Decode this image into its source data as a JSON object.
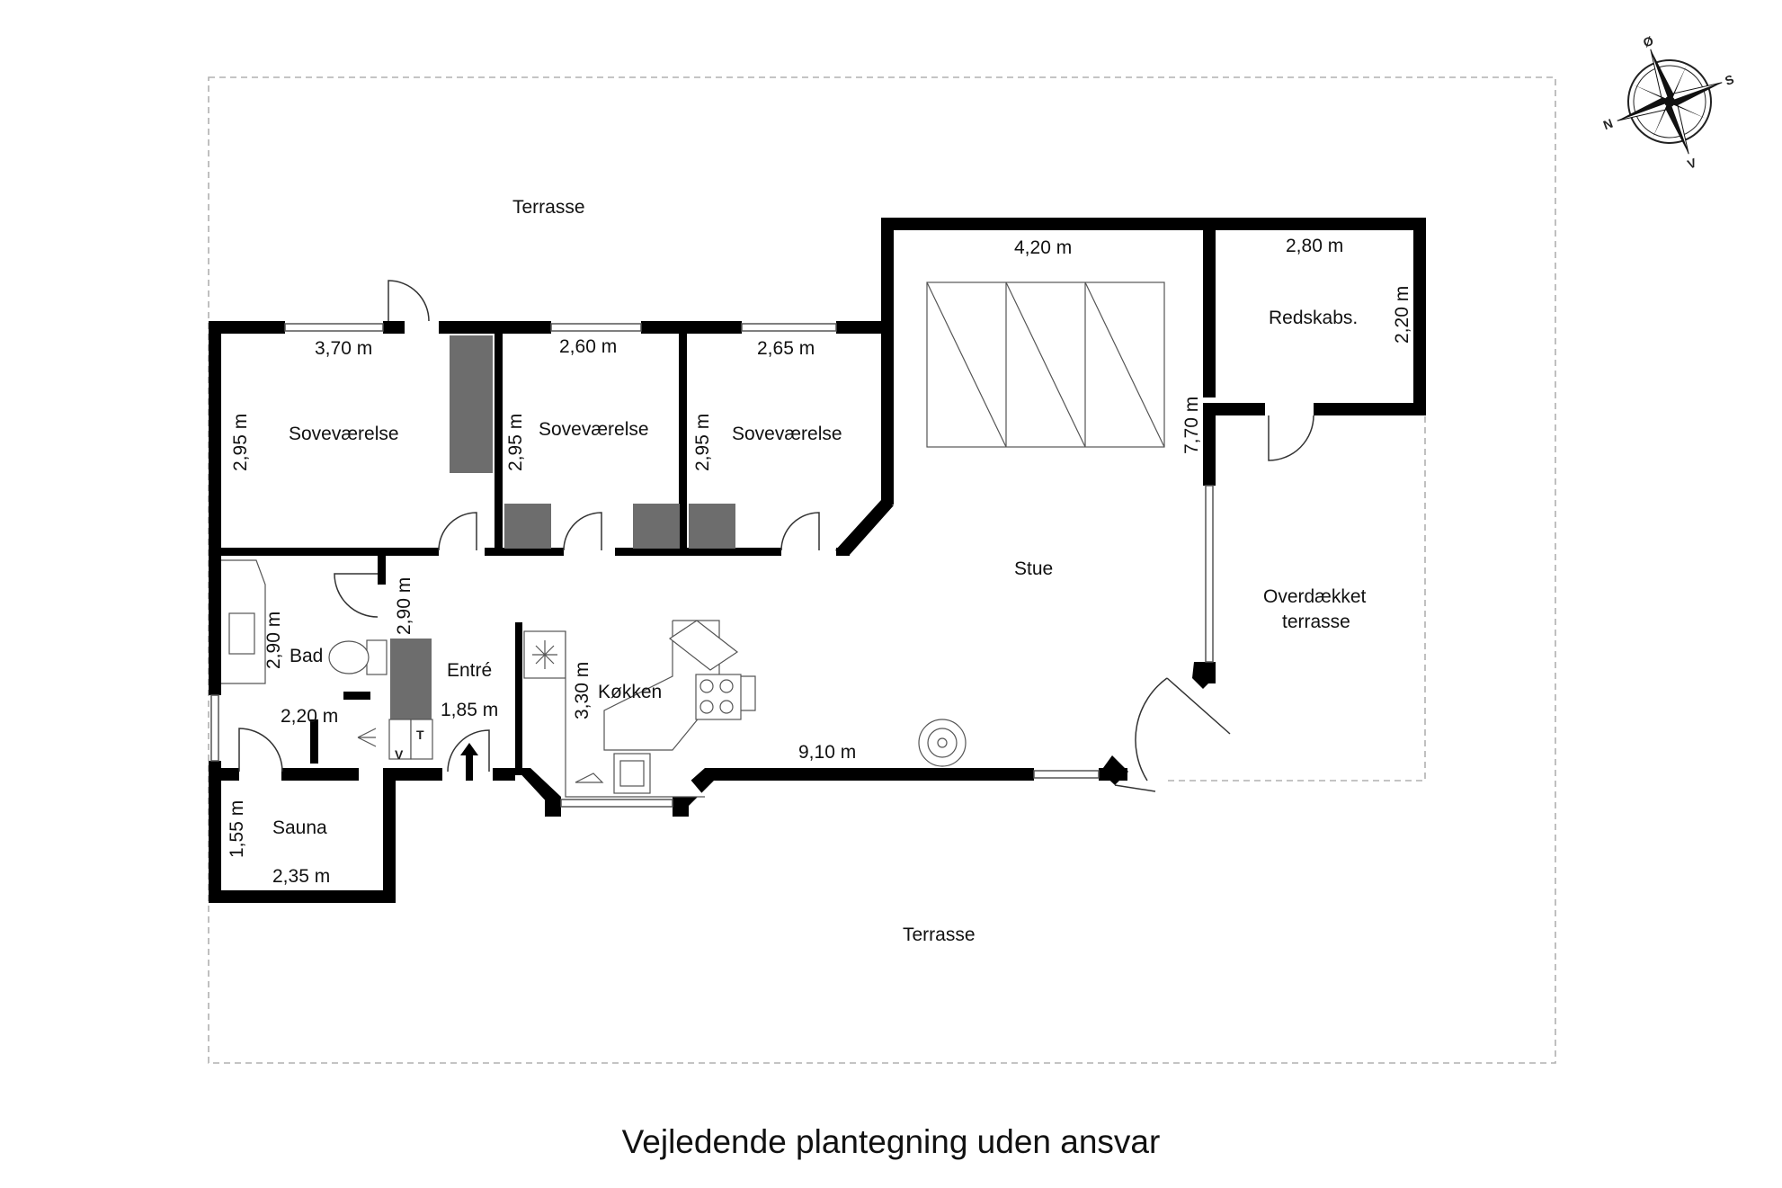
{
  "caption": "Vejledende plantegning uden ansvar",
  "compass": {
    "north": "N",
    "east": "Ø",
    "south": "S",
    "west": "V"
  },
  "rooms": [
    {
      "id": "terrasse-top",
      "label": "Terrasse"
    },
    {
      "id": "terrasse-bottom",
      "label": "Terrasse"
    },
    {
      "id": "sovevaerelse-1",
      "label": "Soveværelse"
    },
    {
      "id": "sovevaerelse-2",
      "label": "Soveværelse"
    },
    {
      "id": "sovevaerelse-3",
      "label": "Soveværelse"
    },
    {
      "id": "redskabs",
      "label": "Redskabs."
    },
    {
      "id": "stue",
      "label": "Stue"
    },
    {
      "id": "overdaekket",
      "label": [
        "Overdækket",
        "terrasse"
      ]
    },
    {
      "id": "bad",
      "label": "Bad"
    },
    {
      "id": "entre",
      "label": "Entré"
    },
    {
      "id": "koekken",
      "label": "Køkken"
    },
    {
      "id": "sauna",
      "label": "Sauna"
    }
  ],
  "dimensions": [
    "3,70 m",
    "2,60 m",
    "2,65 m",
    "4,20 m",
    "2,80 m",
    "2,20 m",
    "7,70 m",
    "2,95 m",
    "2,95 m",
    "2,95 m",
    "2,90 m",
    "2,90 m",
    "2,20 m",
    "1,85 m",
    "3,30 m",
    "9,10 m",
    "1,55 m",
    "2,35 m"
  ],
  "fixture_marks": {
    "washer": "V",
    "dryer": "T"
  }
}
